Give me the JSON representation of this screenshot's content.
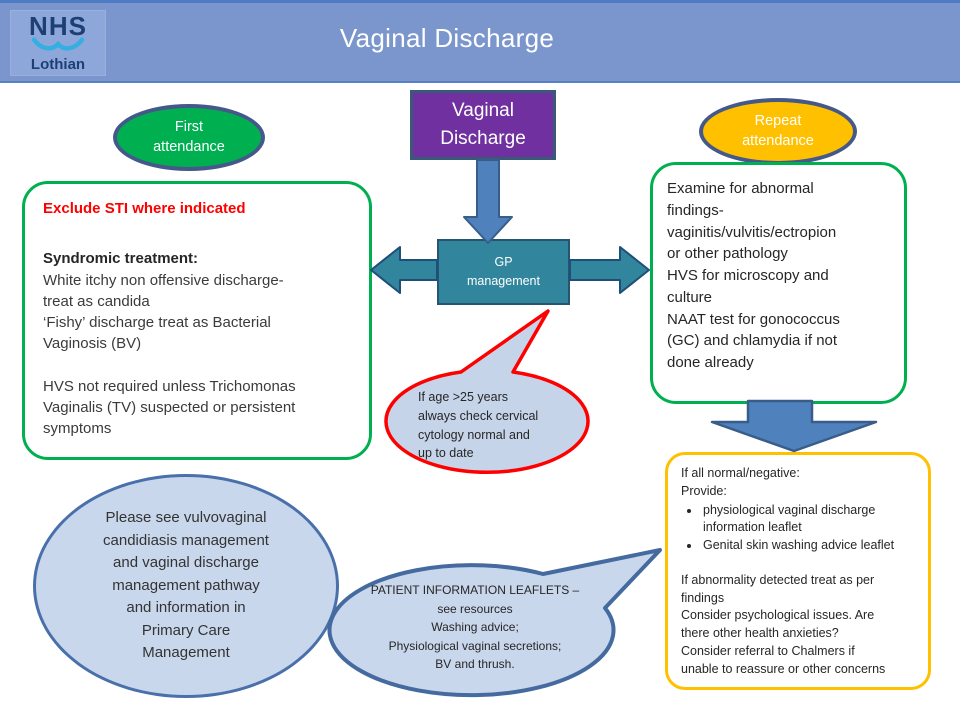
{
  "header": {
    "title": "Vaginal Discharge",
    "logo": {
      "org": "NHS",
      "region": "Lothian"
    }
  },
  "colors": {
    "banner_blue": "#7B96CD",
    "purple_node": "#7030A0",
    "teal_node": "#31859C",
    "green_accent": "#00B050",
    "amber_accent": "#FFC000",
    "arrow_blue": "#4F81BD",
    "callout_fill": "#C9D7EC",
    "alert_red": "#FF0000"
  },
  "nodes": {
    "root": {
      "label": "Vaginal\nDischarge"
    },
    "first_attendance": {
      "label": "First\nattendance"
    },
    "repeat_attendance": {
      "label": "Repeat\nattendance"
    },
    "gp_management": {
      "label": "GP\nmanagement"
    },
    "first_attendance_box": {
      "alert": "Exclude STI where indicated",
      "heading": "Syndromic treatment:",
      "body": "White itchy non offensive discharge-\ntreat as candida\n‘Fishy’ discharge treat as Bacterial\nVaginosis (BV)",
      "body2": "HVS not required unless Trichomonas\nVaginalis (TV) suspected or persistent\nsymptoms"
    },
    "repeat_attendance_box": {
      "body": "Examine for abnormal\nfindings-\nvaginitis/vulvitis/ectropion\nor other pathology\nHVS for microscopy and\nculture\nNAAT test for gonococcus\n(GC) and chlamydia if not\ndone already"
    },
    "outcome_box": {
      "intro": "If all normal/negative:\nProvide:",
      "bullets": [
        "physiological vaginal discharge\ninformation leaflet",
        "Genital skin washing advice leaflet"
      ],
      "outro": "If abnormality detected treat as per\nfindings\nConsider psychological issues. Are\nthere other health anxieties?\nConsider referral to Chalmers if\nunable to reassure or other concerns"
    },
    "cytology_callout": {
      "text": "If age >25 years\nalways check cervical\ncytology normal and\nup to date"
    },
    "primary_care_ellipse": {
      "text": "Please see vulvovaginal\ncandidiasis management\nand vaginal discharge\nmanagement pathway\nand information in\nPrimary Care\nManagement"
    },
    "leaflets_callout": {
      "text": "PATIENT INFORMATION LEAFLETS –\nsee resources\nWashing advice;\nPhysiological vaginal secretions;\nBV and thrush."
    }
  }
}
